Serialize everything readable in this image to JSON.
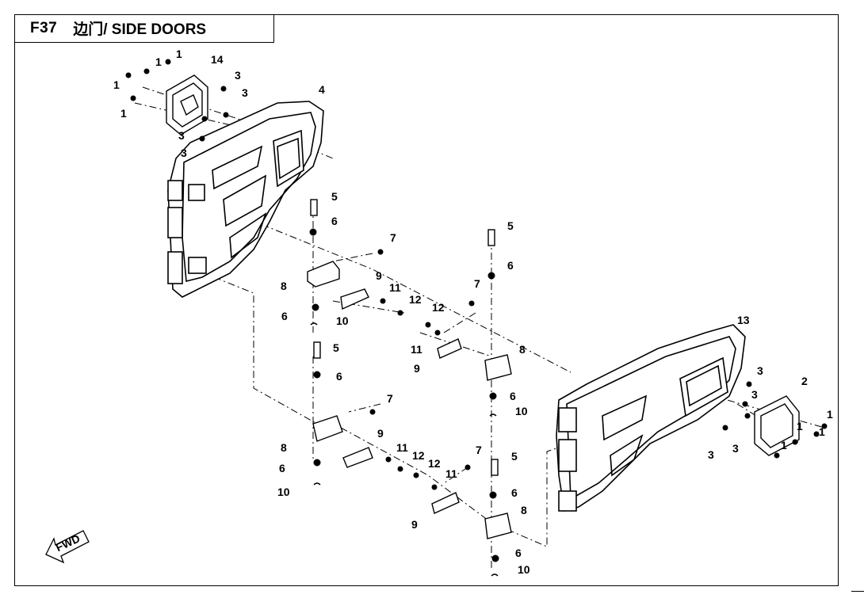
{
  "header": {
    "code": "F37",
    "title": "边门/ SIDE DOORS"
  },
  "fwd_label": "FWD",
  "colors": {
    "ink": "#000000",
    "background": "#ffffff"
  },
  "parts": [
    {
      "id": "1"
    },
    {
      "id": "2"
    },
    {
      "id": "3"
    },
    {
      "id": "4"
    },
    {
      "id": "5"
    },
    {
      "id": "6"
    },
    {
      "id": "7"
    },
    {
      "id": "8"
    },
    {
      "id": "9"
    },
    {
      "id": "10"
    },
    {
      "id": "11"
    },
    {
      "id": "12"
    },
    {
      "id": "13"
    },
    {
      "id": "14"
    }
  ]
}
